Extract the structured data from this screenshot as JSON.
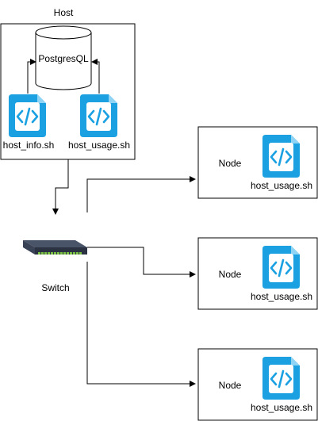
{
  "host": {
    "title": "Host",
    "database_label": "PostgresQL",
    "scripts": [
      "host_info.sh",
      "host_usage.sh"
    ]
  },
  "switch": {
    "label": "Switch"
  },
  "nodes": [
    {
      "label": "Node",
      "script": "host_usage.sh"
    },
    {
      "label": "Node",
      "script": "host_usage.sh"
    },
    {
      "label": "Node",
      "script": "host_usage.sh"
    }
  ],
  "colors": {
    "script_icon": "#1BA1E2",
    "switch_body": "#333d4f",
    "switch_ports": "#7ac143",
    "stroke": "#000000"
  },
  "icons": {
    "script": "code-file-icon",
    "database": "database-cylinder-icon",
    "switch": "network-switch-icon"
  }
}
